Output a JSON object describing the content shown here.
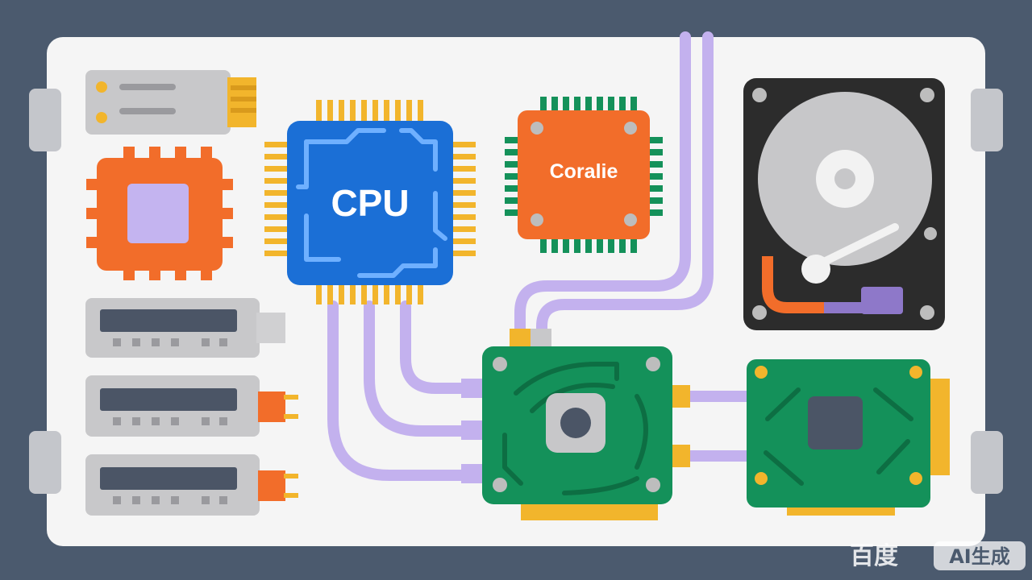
{
  "labels": {
    "cpu": "CPU",
    "chip": "Coralie"
  },
  "watermark": {
    "brand": "百度",
    "badge": "AI生成"
  },
  "colors": {
    "frame": "#4b5a6e",
    "panel": "#f5f5f5",
    "cpu": "#1b6fd6",
    "orange": "#f26d2a",
    "green": "#14915a",
    "gold": "#f2b52c",
    "lavender": "#c3b1ee",
    "drive_case": "#2c2c2c",
    "gray": "#c7c7c9"
  },
  "components": [
    "ram-stick-icon",
    "orange-chip-icon",
    "cpu-chip-icon",
    "coralie-chip-icon",
    "hard-drive-icon",
    "drive-bay-icon",
    "motherboard-icon",
    "expansion-card-icon"
  ]
}
